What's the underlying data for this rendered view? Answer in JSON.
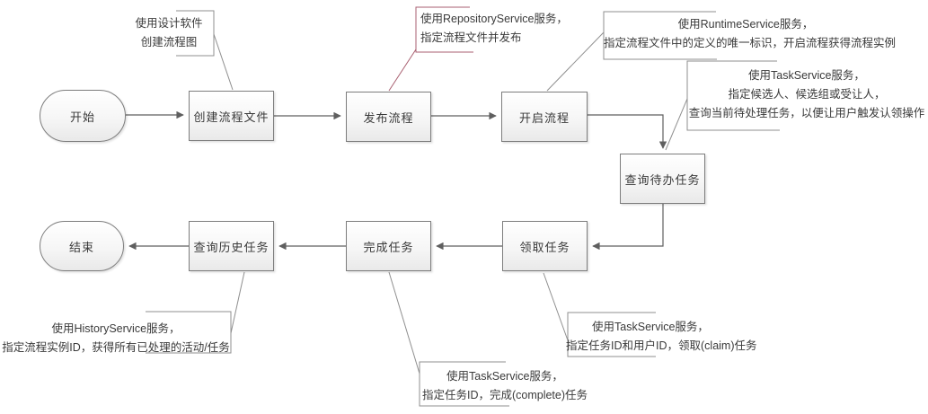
{
  "diagram": {
    "kind": "flowchart",
    "colors": {
      "connector": "#5f5f5f",
      "node_border": "#7d7d7d",
      "node_fill_top": "#ffffff",
      "node_fill_bottom": "#e9e9e9",
      "note_line": "#8f8f8f",
      "accent": "#a85f70",
      "text": "#3a3a3a"
    },
    "nodes": [
      {
        "id": "start",
        "shape": "stadium",
        "label": "开始"
      },
      {
        "id": "create-process-file",
        "shape": "rect",
        "label": "创建流程文件"
      },
      {
        "id": "publish-process",
        "shape": "rect",
        "label": "发布流程"
      },
      {
        "id": "start-process",
        "shape": "rect",
        "label": "开启流程"
      },
      {
        "id": "query-todo-tasks",
        "shape": "rect",
        "label": "查询待办任务"
      },
      {
        "id": "claim-task",
        "shape": "rect",
        "label": "领取任务"
      },
      {
        "id": "complete-task",
        "shape": "rect",
        "label": "完成任务"
      },
      {
        "id": "query-history-tasks",
        "shape": "rect",
        "label": "查询历史任务"
      },
      {
        "id": "end",
        "shape": "stadium",
        "label": "结束"
      }
    ],
    "edges": [
      {
        "from": "开始",
        "to": "创建流程文件"
      },
      {
        "from": "创建流程文件",
        "to": "发布流程"
      },
      {
        "from": "发布流程",
        "to": "开启流程"
      },
      {
        "from": "开启流程",
        "to": "查询待办任务"
      },
      {
        "from": "查询待办任务",
        "to": "领取任务"
      },
      {
        "from": "领取任务",
        "to": "完成任务"
      },
      {
        "from": "完成任务",
        "to": "查询历史任务"
      },
      {
        "from": "查询历史任务",
        "to": "结束"
      }
    ],
    "notes": [
      {
        "target": "创建流程文件",
        "lines": [
          "使用设计软件",
          "创建流程图"
        ]
      },
      {
        "target": "发布流程",
        "accent": true,
        "lines": [
          "使用RepositoryService服务，",
          "指定流程文件并发布"
        ]
      },
      {
        "target": "开启流程",
        "lines": [
          "使用RuntimeService服务，",
          "指定流程文件中的定义的唯一标识，开启流程获得流程实例"
        ]
      },
      {
        "target": "查询待办任务",
        "lines": [
          "使用TaskService服务，",
          "指定候选人、候选组或受让人，",
          "查询当前待处理任务，以便让用户触发认领操作"
        ]
      },
      {
        "target": "查询历史任务",
        "lines": [
          "使用HistoryService服务，",
          "指定流程实例ID，获得所有已处理的活动/任务"
        ]
      },
      {
        "target": "完成任务",
        "lines": [
          "使用TaskService服务，",
          "指定任务ID，完成(complete)任务"
        ]
      },
      {
        "target": "领取任务",
        "lines": [
          "使用TaskService服务，",
          "指定任务ID和用户ID，领取(claim)任务"
        ]
      }
    ]
  }
}
